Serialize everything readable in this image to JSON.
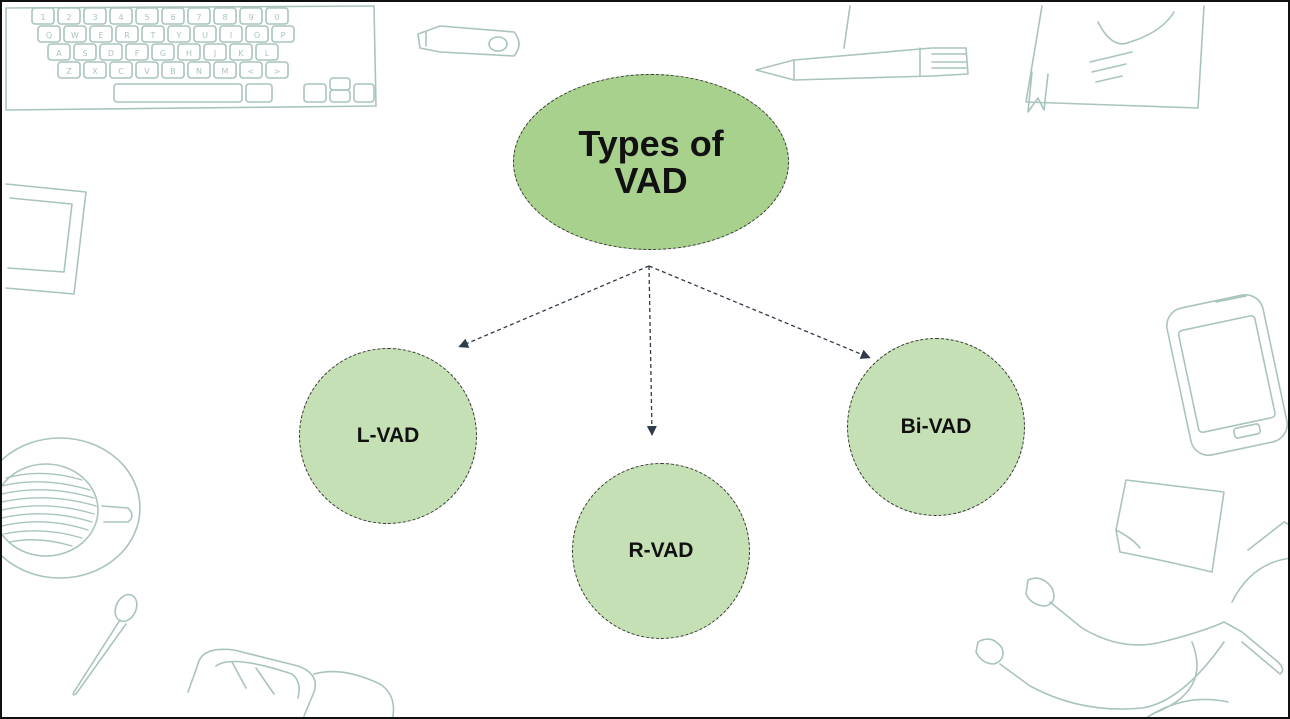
{
  "colors": {
    "main_fill": "#a9d18e",
    "child_fill": "#c5e0b4",
    "connector": "#2f3a4a",
    "doodle_line": "#a9c4be",
    "frame": "#111111"
  },
  "diagram": {
    "root": {
      "label": "Types of VAD"
    },
    "children": [
      {
        "id": "node-l",
        "label": "L-VAD"
      },
      {
        "id": "node-r",
        "label": "R-VAD"
      },
      {
        "id": "node-bi",
        "label": "Bi-VAD"
      }
    ]
  },
  "decor": {
    "icons": [
      "keyboard-icon",
      "usb-drive-icon",
      "pen-icon",
      "notebook-icon",
      "tablet-icon",
      "phone-icon",
      "coffee-cup-icon",
      "spoon-icon",
      "glasses-icon",
      "sticky-note-icon",
      "earphones-icon"
    ],
    "keyboard_keys": [
      [
        "1",
        "2",
        "3",
        "4",
        "5",
        "6",
        "7",
        "8",
        "9",
        "0"
      ],
      [
        "Q",
        "W",
        "E",
        "R",
        "T",
        "Y",
        "U",
        "I",
        "O",
        "P"
      ],
      [
        "A",
        "S",
        "D",
        "F",
        "G",
        "H",
        "J",
        "K",
        "L"
      ],
      [
        "Z",
        "X",
        "C",
        "V",
        "B",
        "N",
        "M",
        "<",
        ">"
      ]
    ]
  }
}
